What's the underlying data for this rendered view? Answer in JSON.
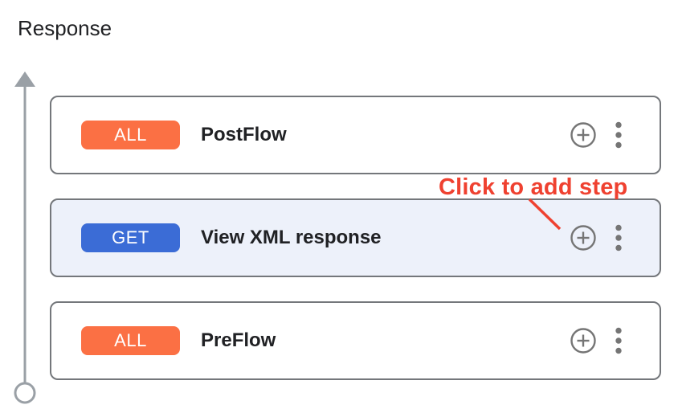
{
  "page": {
    "title": "Response"
  },
  "flow": {
    "cards": [
      {
        "method_badge": "ALL",
        "badge_color": "#fb7044",
        "label": "PostFlow",
        "highlighted": false
      },
      {
        "method_badge": "GET",
        "badge_color": "#3b6cd6",
        "label": "View XML response",
        "highlighted": true
      },
      {
        "method_badge": "ALL",
        "badge_color": "#fb7044",
        "label": "PreFlow",
        "highlighted": false
      }
    ]
  },
  "annotation": {
    "label": "Click to add step",
    "color": "#ef4130"
  },
  "icons": {
    "add_step": "plus-circle-icon",
    "more_options": "kebab-menu-icon",
    "flow_direction": "up-arrow-icon",
    "flow_start": "open-circle-icon"
  },
  "colors": {
    "badge_all": "#fb7044",
    "badge_get": "#3b6cd6",
    "card_border": "#74777b",
    "highlighted_card_bg": "#edf1fa",
    "icon_gray": "#757575",
    "rail_gray": "#9aa0a6",
    "text_dark": "#202124",
    "annotation_red": "#ef4130"
  }
}
